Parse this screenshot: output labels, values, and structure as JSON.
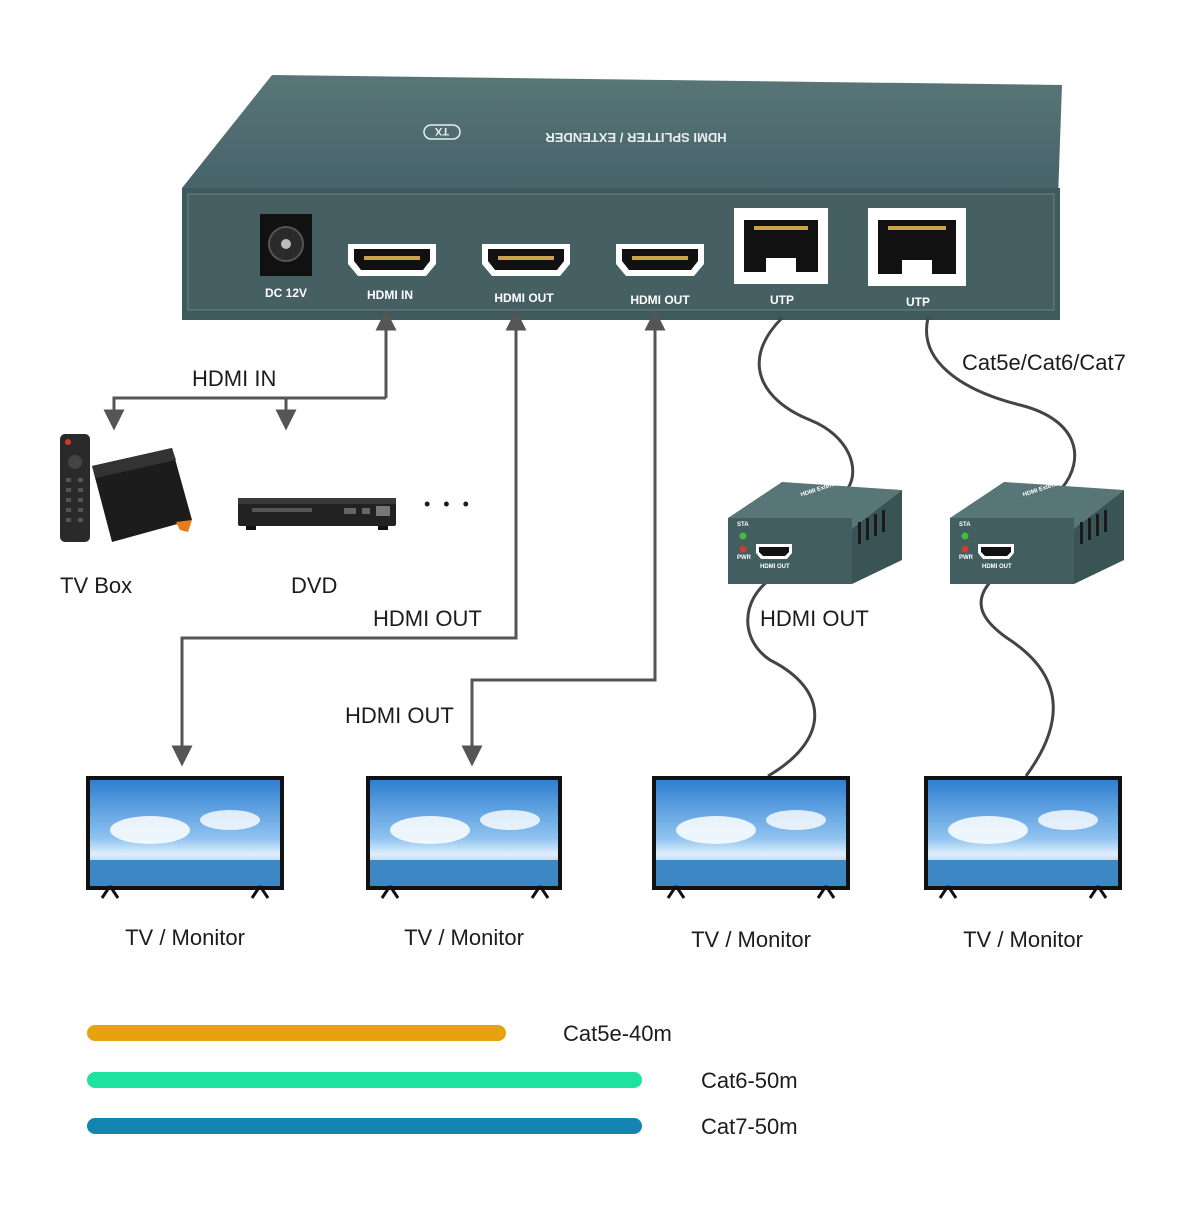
{
  "splitter": {
    "top_label": "HDMI SPLITTER / EXTENDER",
    "tx_badge": "TX",
    "ports": {
      "dc": "DC 12V",
      "hdmi_in": "HDMI IN",
      "hdmi_out_1": "HDMI OUT",
      "hdmi_out_2": "HDMI OUT",
      "utp_1": "UTP",
      "utp_2": "UTP"
    }
  },
  "receivers": [
    {
      "title": "HDMI Extender",
      "sta": "STA",
      "pwr": "PWR",
      "port": "HDMI OUT"
    },
    {
      "title": "HDMI Extender",
      "sta": "STA",
      "pwr": "PWR",
      "port": "HDMI OUT"
    }
  ],
  "labels": {
    "hdmi_in": "HDMI IN",
    "tv_box": "TV Box",
    "dvd": "DVD",
    "ellipsis": "• • •",
    "hdmi_out_left": "HDMI OUT",
    "hdmi_out_mid": "HDMI OUT",
    "hdmi_out_receiver": "HDMI OUT",
    "cable_types": "Cat5e/Cat6/Cat7"
  },
  "monitors": [
    {
      "label": "TV / Monitor"
    },
    {
      "label": "TV / Monitor"
    },
    {
      "label": "TV / Monitor"
    },
    {
      "label": "TV / Monitor"
    }
  ],
  "legend": [
    {
      "label": "Cat5e-40m",
      "color": "#e8a20f",
      "max_distance_m": 40
    },
    {
      "label": "Cat6-50m",
      "color": "#1ee3a0",
      "max_distance_m": 50
    },
    {
      "label": "Cat7-50m",
      "color": "#1485b0",
      "max_distance_m": 50
    }
  ],
  "colors": {
    "device_body": "#3e5a5c",
    "device_top": "#4f6c6e",
    "line": "#555555",
    "led_sta": "#3fbf3f",
    "led_pwr": "#d23a2a"
  }
}
